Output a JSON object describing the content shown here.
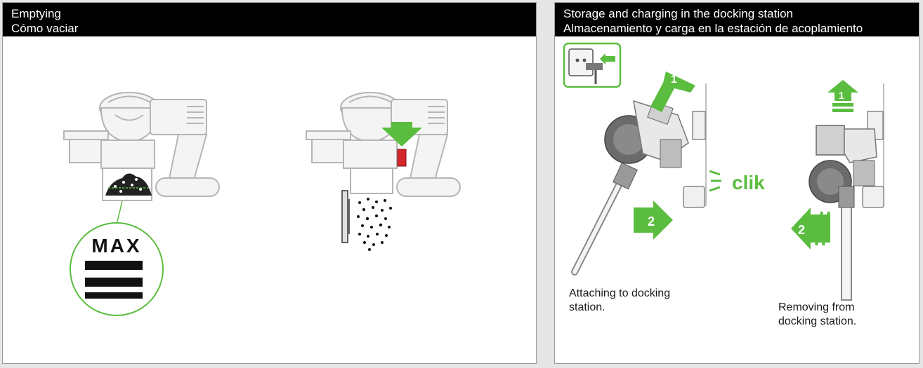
{
  "left_panel": {
    "title_en": "Emptying",
    "title_es": "Cómo vaciar",
    "max_label": "MAX"
  },
  "right_panel": {
    "title_en": "Storage and charging in the docking station",
    "title_es": "Almacenamiento y carga en la estación de acoplamiento",
    "click_label": "clik",
    "step_1": "1",
    "step_2": "2",
    "attach_caption_1": "Attaching to docking",
    "attach_caption_2": "station.",
    "remove_caption_1": "Removing from",
    "remove_caption_2": "docking station."
  },
  "colors": {
    "accent_green": "#5bbd3f",
    "bin_red": "#d5262c",
    "line_gray": "#b5b5b5",
    "dark_gray": "#6b6b6b"
  }
}
